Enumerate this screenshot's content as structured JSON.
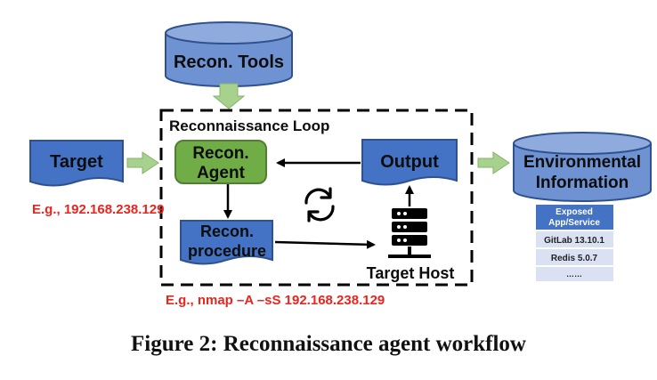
{
  "nodes": {
    "recon_tools": "Recon. Tools",
    "loop_title": "Reconnaissance Loop",
    "target": "Target",
    "recon_agent_line1": "Recon.",
    "recon_agent_line2": "Agent",
    "output": "Output",
    "environmental_line1": "Environmental",
    "environmental_line2": "Information",
    "recon_procedure_line1": "Recon.",
    "recon_procedure_line2": "procedure",
    "target_host": "Target Host"
  },
  "examples": {
    "target_ip": "E.g., 192.168.238.129",
    "nmap_command": "E.g., nmap –A –sS 192.168.238.129"
  },
  "services_table": {
    "header_line1": "Exposed",
    "header_line2": "App/Service",
    "rows": [
      "GitLab 13.10.1",
      "Redis 5.0.7",
      "……"
    ]
  },
  "caption": "Figure 2: Reconnaissance agent workflow",
  "colors": {
    "blue_fill": "#4472c4",
    "blue_stroke": "#2f528f",
    "green_fill": "#70ad47",
    "green_stroke": "#507e32",
    "arrow_green": "#a9d18e",
    "red_text": "#e8251f",
    "table_header": "#4472c4",
    "table_row": "#d9e1f2"
  },
  "icons": [
    "server-icon",
    "refresh-cycle-icon"
  ]
}
